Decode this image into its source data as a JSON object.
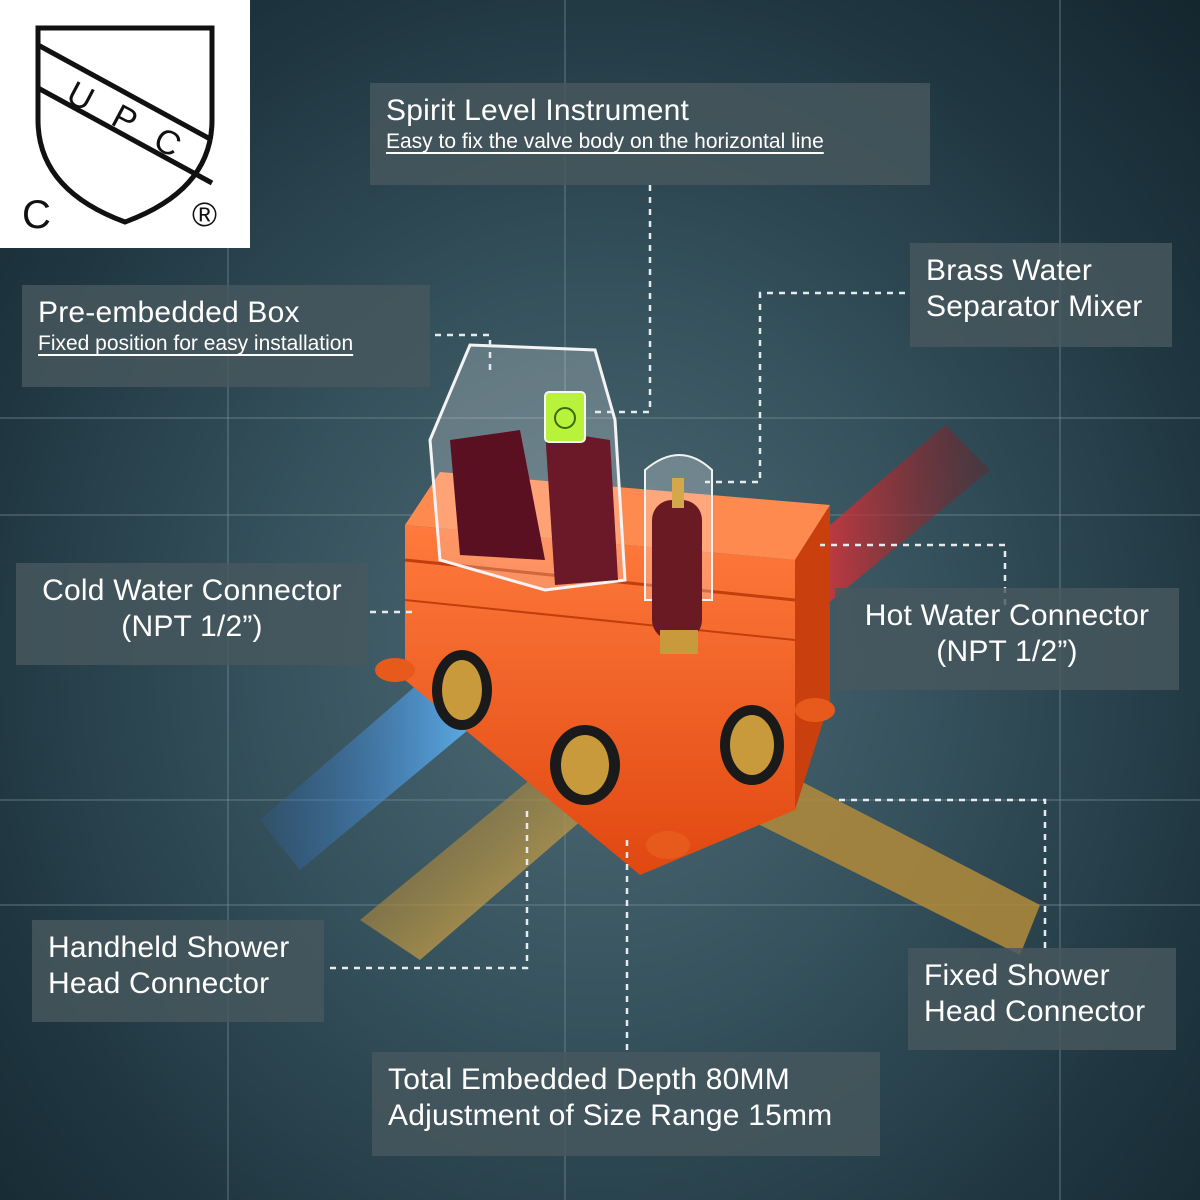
{
  "logo": {
    "letters": [
      "U",
      "P",
      "C"
    ],
    "left_mark": "C",
    "right_mark": "®"
  },
  "labels": {
    "spirit_level": {
      "title": "Spirit Level Instrument",
      "subtitle": "Easy to fix the valve body on the horizontal line"
    },
    "pre_embedded_box": {
      "title": "Pre-embedded Box",
      "subtitle": "Fixed position for easy installation"
    },
    "brass_mixer": {
      "line1": "Brass Water",
      "line2": "Separator Mixer"
    },
    "cold_water": {
      "line1": "Cold Water Connector",
      "line2": "(NPT 1/2”)"
    },
    "hot_water": {
      "line1": "Hot Water Connector",
      "line2": "(NPT 1/2”)"
    },
    "handheld": {
      "line1": "Handheld Shower",
      "line2": "Head Connector"
    },
    "fixed_shower": {
      "line1": "Fixed Shower",
      "line2": "Head Connector"
    },
    "depth": {
      "line1": "Total Embedded Depth 80MM",
      "line2": "Adjustment of Size Range 15mm"
    }
  },
  "colors": {
    "box_orange": "#f05a1e",
    "cold_pipe": "#3d8fd8",
    "hot_pipe": "#c8202a",
    "brass_pipe": "#b08a3a",
    "label_bg": "#48585e"
  }
}
